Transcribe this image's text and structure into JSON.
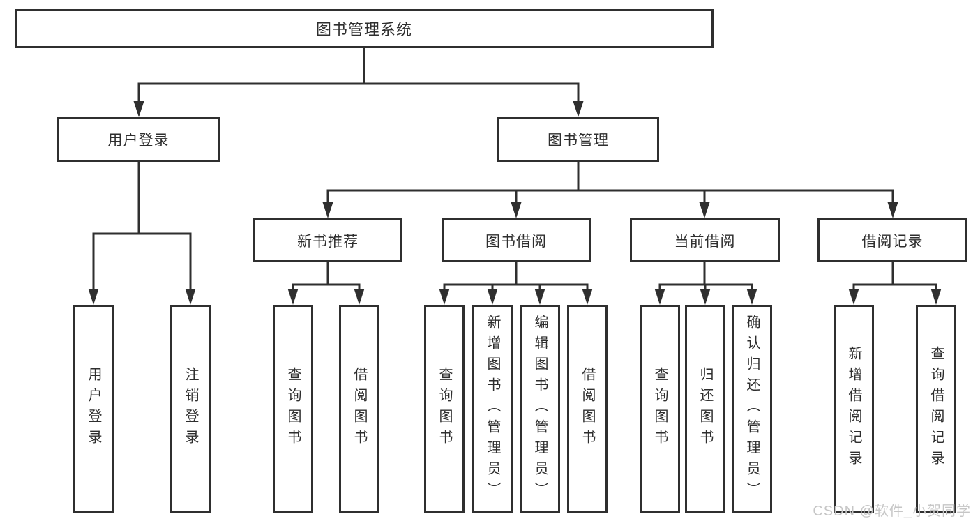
{
  "diagram": {
    "root": {
      "label": "图书管理系统"
    },
    "branches": [
      {
        "label": "用户登录",
        "children": [
          {
            "label": "用户登录"
          },
          {
            "label": "注销登录"
          }
        ]
      },
      {
        "label": "图书管理",
        "children": [
          {
            "label": "新书推荐",
            "children": [
              {
                "label": "查询图书"
              },
              {
                "label": "借阅图书"
              }
            ]
          },
          {
            "label": "图书借阅",
            "children": [
              {
                "label": "查询图书"
              },
              {
                "label": "新增图书（管理员）"
              },
              {
                "label": "编辑图书（管理员）"
              },
              {
                "label": "借阅图书"
              }
            ]
          },
          {
            "label": "当前借阅",
            "children": [
              {
                "label": "查询图书"
              },
              {
                "label": "归还图书"
              },
              {
                "label": "确认归还（管理员）"
              }
            ]
          },
          {
            "label": "借阅记录",
            "children": [
              {
                "label": "新增借阅记录"
              },
              {
                "label": "查询借阅记录"
              }
            ]
          }
        ]
      }
    ],
    "watermark": "CSDN @软件_小贺同学",
    "colors": {
      "line": "#2f2f2f",
      "text": "#2e2e2e",
      "background": "#ffffff",
      "watermark": "#c6c6c6"
    }
  }
}
